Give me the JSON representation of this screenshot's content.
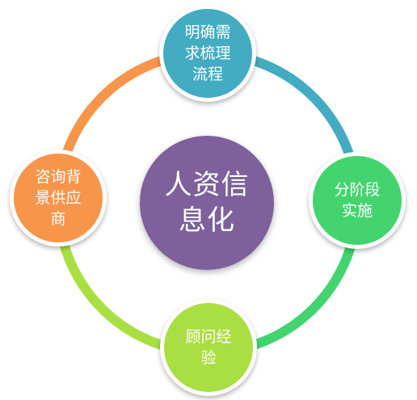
{
  "colors": {
    "center": "#7d609c",
    "top": "#43abc2",
    "right": "#43d46f",
    "bottom": "#a9df43",
    "left": "#f7954a"
  },
  "center": {
    "lines": [
      "人资信",
      "息化"
    ]
  },
  "nodes": [
    {
      "id": "top",
      "lines": [
        "明确需",
        "求梳理",
        "流程"
      ]
    },
    {
      "id": "right",
      "lines": [
        "分阶段",
        "实施"
      ]
    },
    {
      "id": "bottom",
      "lines": [
        "顾问经",
        "验"
      ]
    },
    {
      "id": "left",
      "lines": [
        "咨询背",
        "景供应",
        "商"
      ]
    }
  ]
}
